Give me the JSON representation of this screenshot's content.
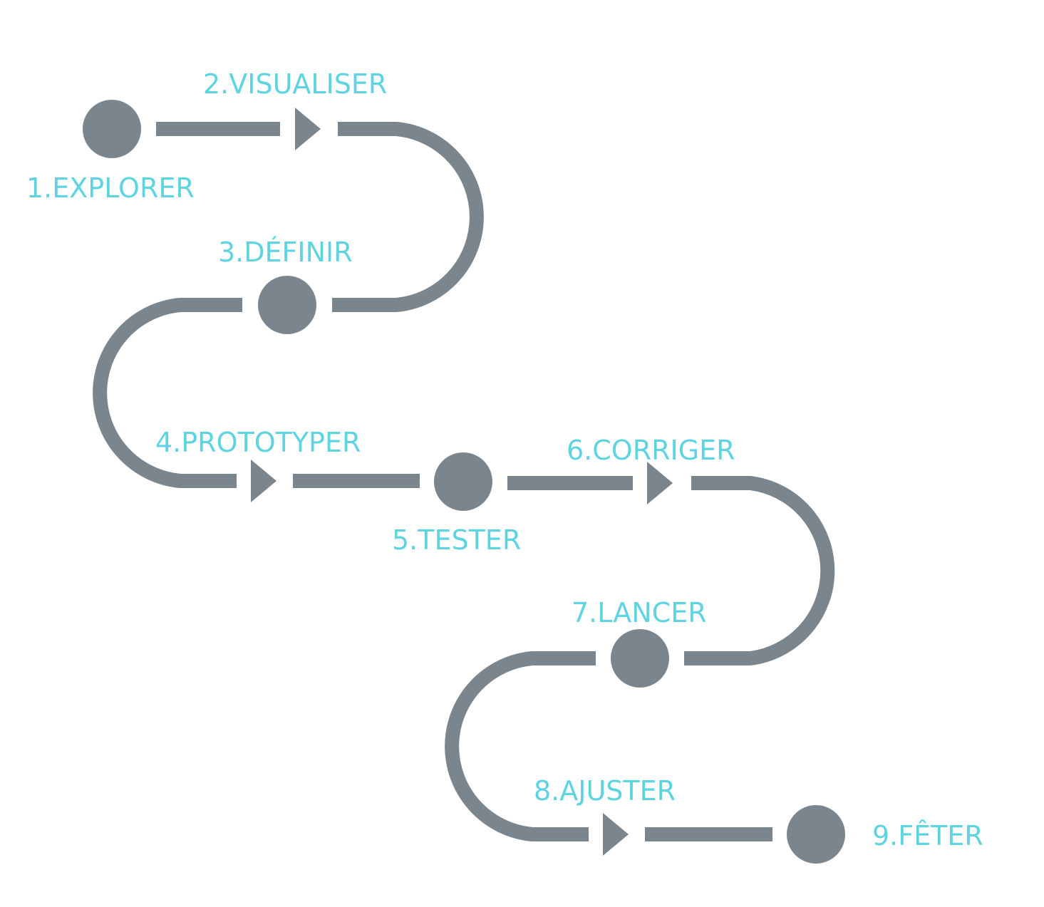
{
  "colors": {
    "path": "#7b858d",
    "label": "#5fd3e0",
    "background": "#ffffff"
  },
  "steps": [
    {
      "label": "1.EXPLORER",
      "marker": "circle"
    },
    {
      "label": "2.VISUALISER",
      "marker": "arrow"
    },
    {
      "label": "3.DÉFINIR",
      "marker": "circle"
    },
    {
      "label": "4.PROTOTYPER",
      "marker": "arrow"
    },
    {
      "label": "5.TESTER",
      "marker": "circle"
    },
    {
      "label": "6.CORRIGER",
      "marker": "arrow"
    },
    {
      "label": "7.LANCER",
      "marker": "circle"
    },
    {
      "label": "8.AJUSTER",
      "marker": "arrow"
    },
    {
      "label": "9.FÊTER",
      "marker": "circle"
    }
  ]
}
